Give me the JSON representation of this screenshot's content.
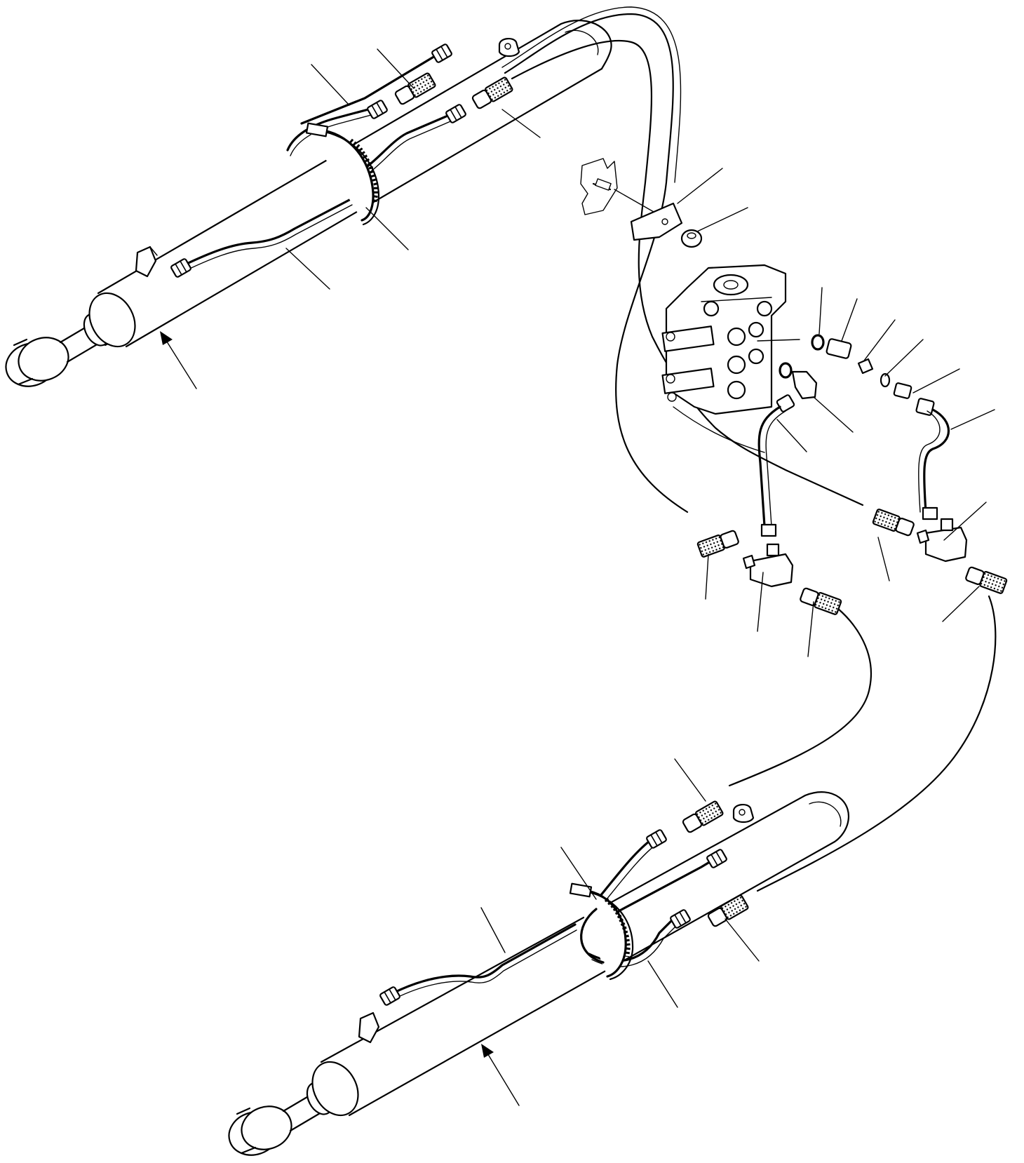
{
  "diagram": {
    "background": "#ffffff",
    "ink_color": "#000000",
    "printed_text": [],
    "components": [
      "upper-hydraulic-cylinder",
      "lower-hydraulic-cylinder",
      "control-valve",
      "upper-hose-clamp",
      "lower-hose-clamp",
      "frame-bracket",
      "tee-fitting-left",
      "tee-fitting-right",
      "hose-assemblies",
      "metal-tubes",
      "leader-lines",
      "direction-arrows"
    ]
  }
}
